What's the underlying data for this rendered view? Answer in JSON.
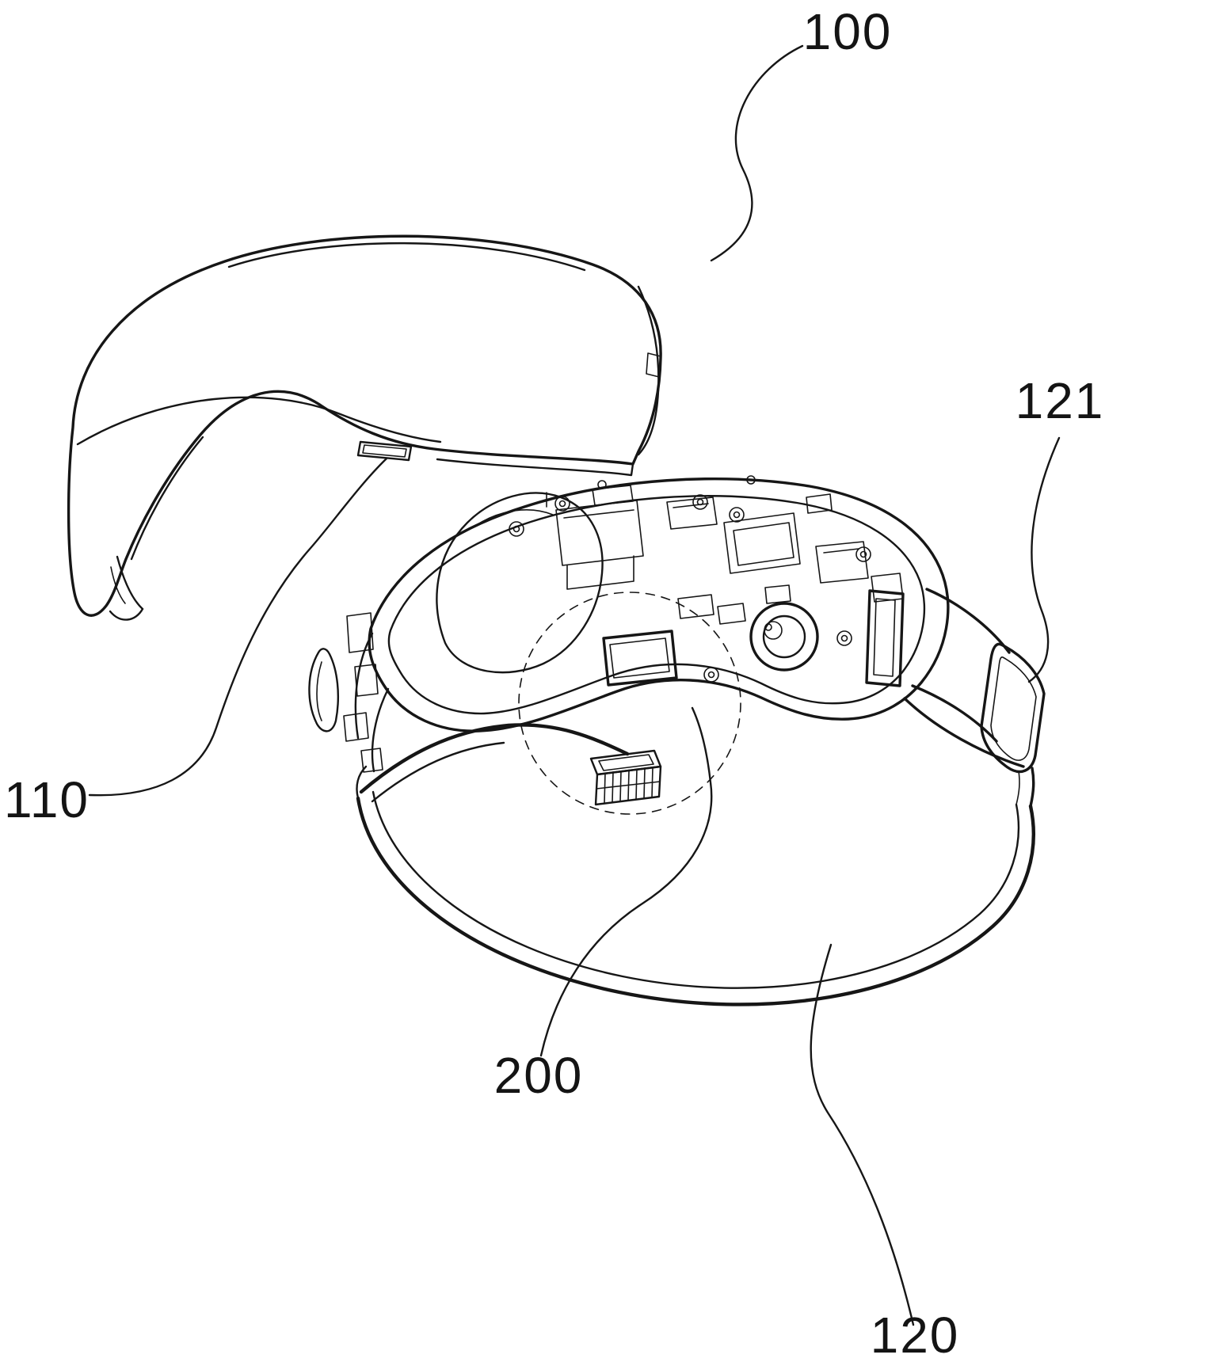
{
  "figure": {
    "background": "#ffffff",
    "line_color": "#161616"
  },
  "labels": [
    {
      "id": "100",
      "text": "100"
    },
    {
      "id": "121",
      "text": "121"
    },
    {
      "id": "110",
      "text": "110"
    },
    {
      "id": "200",
      "text": "200"
    },
    {
      "id": "120",
      "text": "120"
    }
  ]
}
